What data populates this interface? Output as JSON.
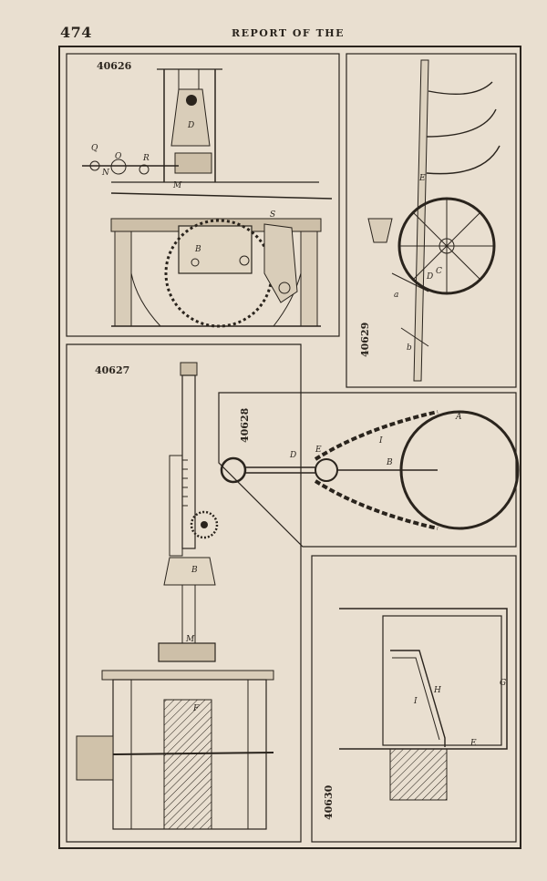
{
  "header": {
    "page_number": "474",
    "running_title": "REPORT OF THE"
  },
  "figures": [
    {
      "number": "40626",
      "labels": [
        "Q",
        "N",
        "O",
        "R",
        "M",
        "D",
        "B",
        "S"
      ]
    },
    {
      "number": "40629",
      "labels": [
        "E",
        "D",
        "C",
        "a",
        "b"
      ]
    },
    {
      "number": "40627",
      "labels": [
        "B",
        "M",
        "F"
      ]
    },
    {
      "number": "40628",
      "labels": [
        "D",
        "E",
        "B",
        "I",
        "A"
      ]
    },
    {
      "number": "40630",
      "labels": [
        "I",
        "H",
        "G",
        "E"
      ]
    }
  ]
}
